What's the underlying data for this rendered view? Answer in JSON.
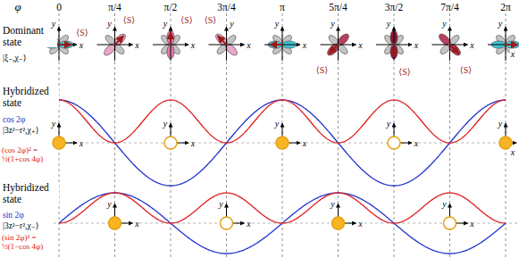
{
  "diagram": {
    "labels": [
      "φ",
      "0",
      "π/4",
      "π/2",
      "3π/4",
      "π",
      "5π/4",
      "3π/2",
      "7π/4",
      "2π",
      "Dominant state",
      "|ξ₋,χ₋⟩",
      "y",
      "x",
      "y",
      "x",
      "y",
      "x",
      "y",
      "x",
      "y",
      "x",
      "y",
      "x",
      "y",
      "x",
      "y",
      "x",
      "y",
      "x",
      "⟨S⟩",
      "⟨S⟩",
      "⟨S⟩",
      "⟨S⟩",
      "⟨S⟩",
      "⟨S⟩",
      "⟨S⟩",
      "Hybridized state",
      "cos 2φ",
      "|3z²−r²,χ₊⟩",
      "(cos 2φ)² = ½(1+cos 4φ)",
      "y",
      "x",
      "y",
      "x",
      "y",
      "x",
      "y",
      "x",
      "y",
      "x",
      "Hybridized state",
      "sin 2φ",
      "|3z²−r²,χ₋⟩",
      "(sin 2φ)² = ½(1−cos 4φ)",
      "y",
      "x",
      "y",
      "x",
      "y",
      "x",
      "y",
      "x"
    ]
  }
}
